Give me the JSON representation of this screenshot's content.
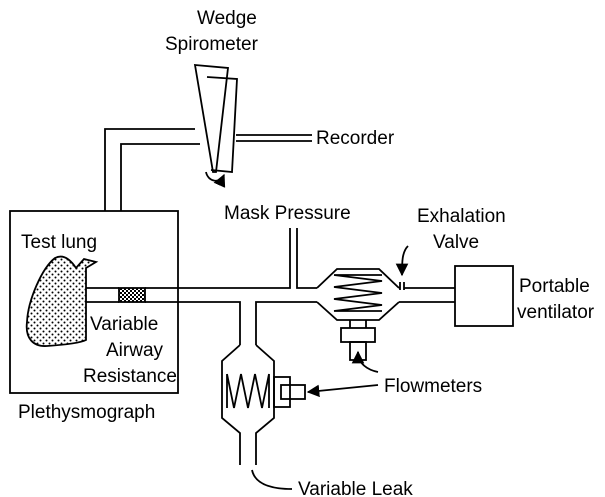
{
  "colors": {
    "line": "#000000",
    "background": "#ffffff"
  },
  "labels": {
    "wedge": "Wedge",
    "spirometer": "Spirometer",
    "recorder": "Recorder",
    "mask_pressure": "Mask Pressure",
    "exhalation": "Exhalation",
    "valve": "Valve",
    "test_lung": "Test lung",
    "portable": "Portable",
    "ventilator": "ventilator",
    "variable": "Variable",
    "airway": "Airway",
    "resistance": "Resistance",
    "plethysmograph": "Plethysmograph",
    "flowmeters": "Flowmeters",
    "variable_leak": "Variable Leak"
  }
}
